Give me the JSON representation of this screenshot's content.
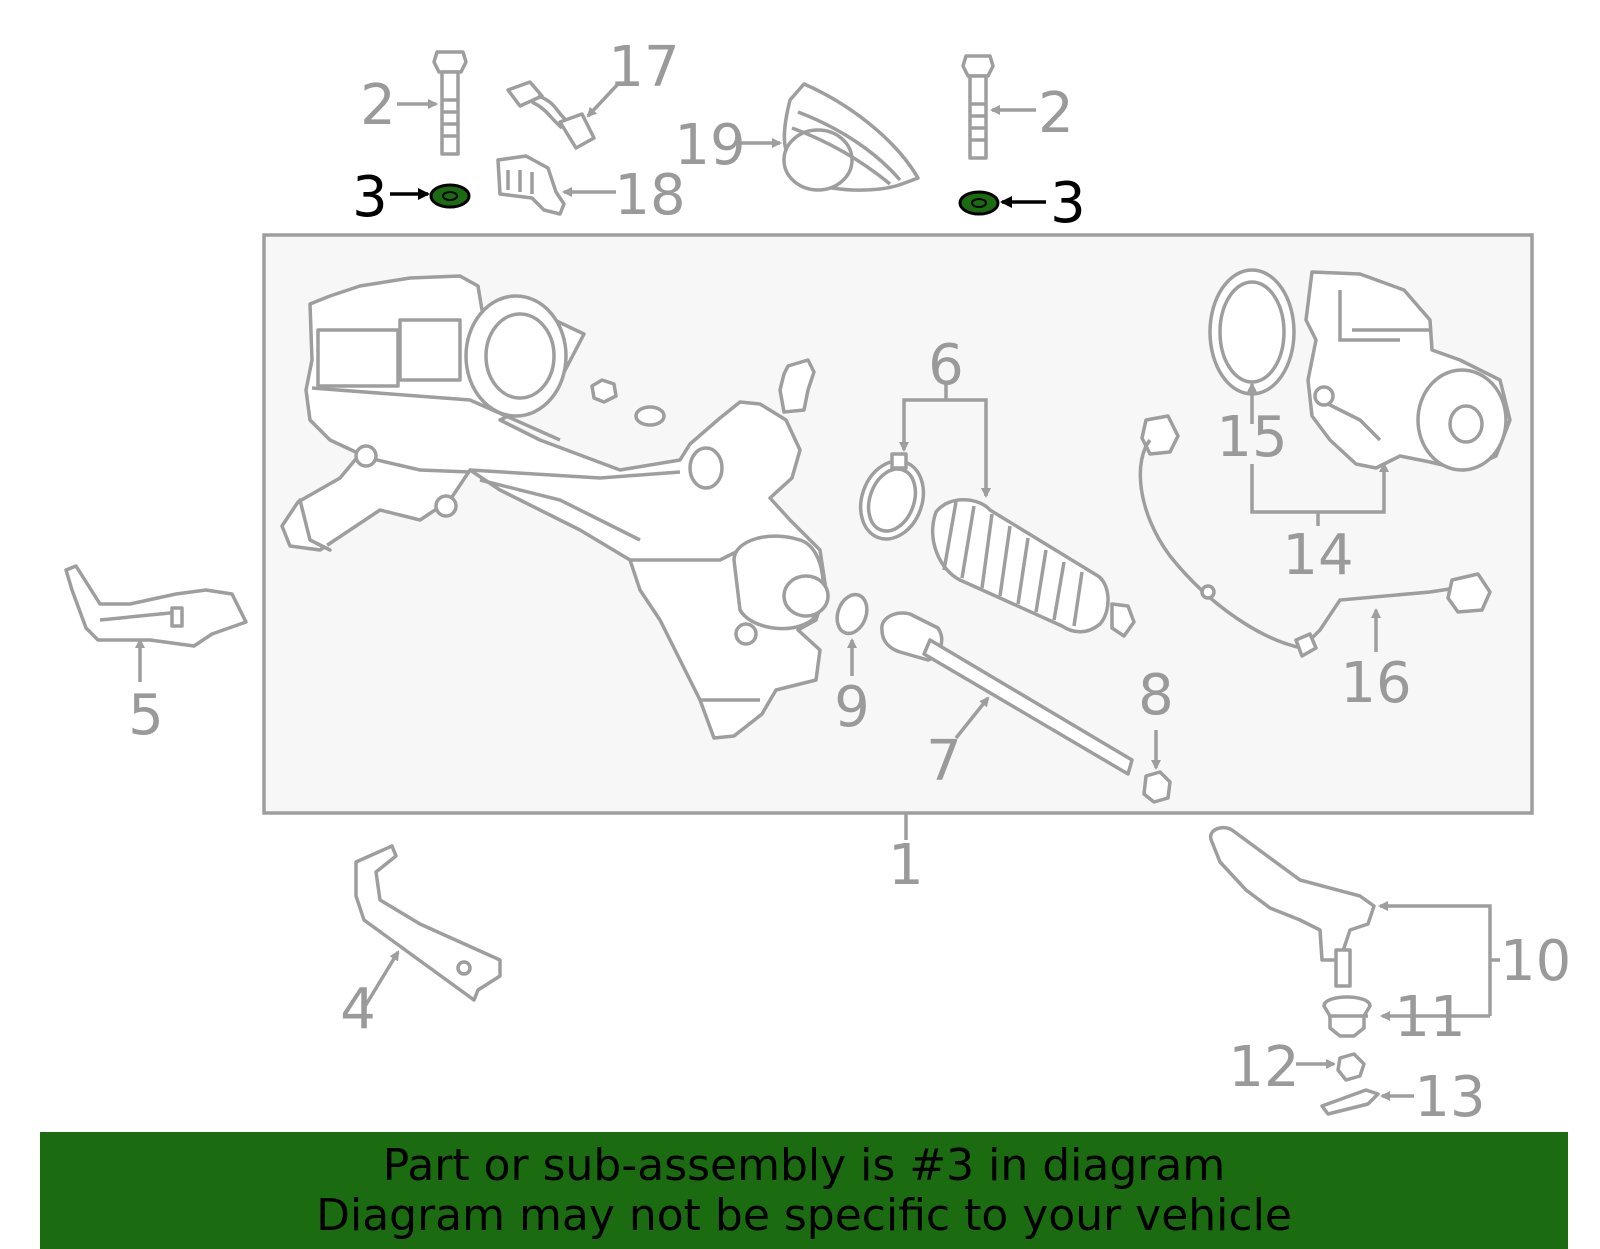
{
  "colors": {
    "callout": "#9a9a9a",
    "highlight_text": "#000000",
    "highlight_part": "#1b6b10",
    "banner_bg": "#1b6b10",
    "outline": "#9e9e9e"
  },
  "callouts": {
    "c1": "1",
    "c2a": "2",
    "c2b": "2",
    "c3a": "3",
    "c3b": "3",
    "c4": "4",
    "c5": "5",
    "c6": "6",
    "c7": "7",
    "c8": "8",
    "c9": "9",
    "c10": "10",
    "c11": "11",
    "c12": "12",
    "c13": "13",
    "c14": "14",
    "c15": "15",
    "c16": "16",
    "c17": "17",
    "c18": "18",
    "c19": "19"
  },
  "banner": {
    "line1": "Part or sub-assembly is #3 in diagram",
    "line2": "Diagram may not be specific to your vehicle"
  }
}
